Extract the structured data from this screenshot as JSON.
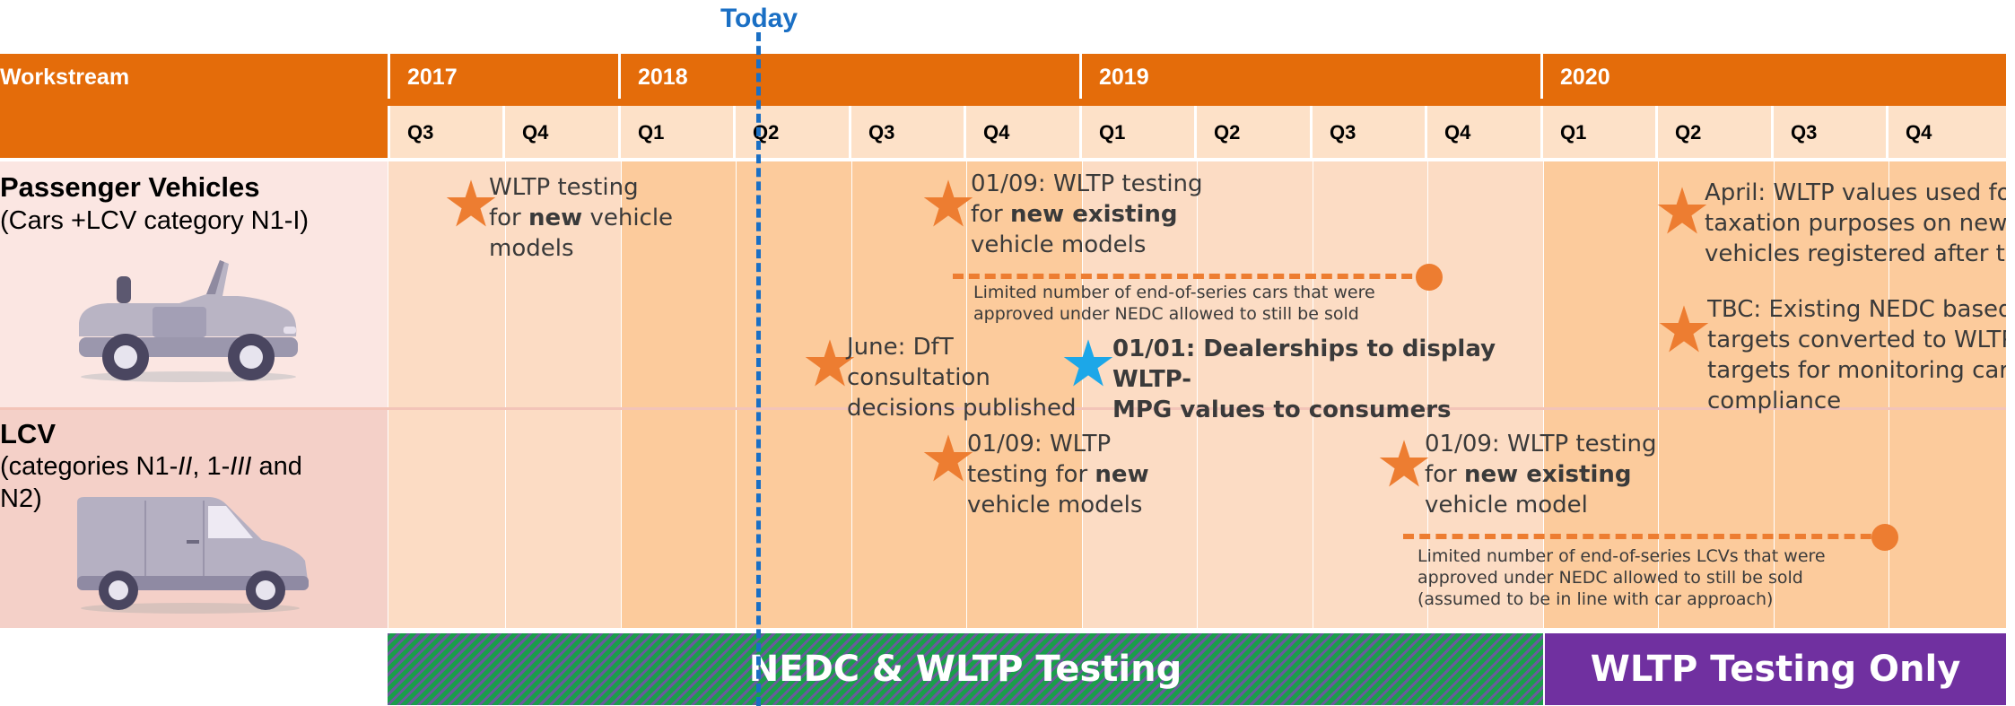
{
  "today_label": "Today",
  "header": {
    "workstream_label": "Workstream",
    "years": [
      "2017",
      "2018",
      "2019",
      "2020"
    ],
    "quarters": [
      "Q3",
      "Q4",
      "Q1",
      "Q2",
      "Q3",
      "Q4",
      "Q1",
      "Q2",
      "Q3",
      "Q4",
      "Q1",
      "Q2",
      "Q3",
      "Q4"
    ]
  },
  "rows": {
    "passenger": {
      "title": "Passenger Vehicles",
      "subtitle": "(Cars +LCV category N1-I)",
      "icon": "car-icon"
    },
    "lcv": {
      "title": "LCV",
      "subtitle_pre": "(categories N1-",
      "subtitle_i1": "II",
      "subtitle_mid": ", 1-",
      "subtitle_i2": "III",
      "subtitle_post": " and N2)",
      "icon": "van-icon"
    }
  },
  "events": {
    "pv_2017": {
      "line1": "WLTP testing",
      "line2_pre": "for ",
      "line2_bold": "new",
      "line2_post": " vehicle",
      "line3": "models"
    },
    "pv_2018": {
      "line1": "01/09: WLTP testing",
      "line2_pre": "for ",
      "line2_bold": "new existing",
      "line3": "vehicle models"
    },
    "pv_note": {
      "line1": "Limited number of end-of-series cars that were",
      "line2": "approved under NEDC allowed to still be sold"
    },
    "june": {
      "line1": "June: DfT",
      "line2": "consultation",
      "line3": "decisions published"
    },
    "dealers": {
      "line1": "01/01: Dealerships to display WLTP-",
      "line2": "MPG values to consumers"
    },
    "april": {
      "line1": "April: WLTP values used fo",
      "line2": "taxation purposes on new",
      "line3": "vehicles registered after th"
    },
    "tbc": {
      "line1": "TBC: Existing NEDC based",
      "line2": "targets converted to WLTP",
      "line3": "targets for monitoring car f",
      "line4": "compliance"
    },
    "lcv_2018": {
      "line1": "01/09: WLTP",
      "line2_pre": "testing for ",
      "line2_bold": "new",
      "line3": "vehicle models"
    },
    "lcv_2019": {
      "line1": "01/09: WLTP testing",
      "line2_pre": "for ",
      "line2_bold": "new existing",
      "line3": "vehicle model"
    },
    "lcv_note": {
      "line1": "Limited number of end-of-series LCVs that were",
      "line2": "approved under NEDC allowed to still be sold",
      "line3": "(assumed to be in line with car approach)"
    }
  },
  "bands": {
    "nedc_wltp": "NEDC & WLTP Testing",
    "wltp_only": "WLTP Testing Only"
  },
  "colors": {
    "header_orange": "#e46c0a",
    "star_orange": "#ed7d31",
    "star_blue": "#1ca7e8",
    "today_blue": "#1a6fc4",
    "band_green": "#1a9e4a",
    "band_purple": "#7030a0"
  }
}
